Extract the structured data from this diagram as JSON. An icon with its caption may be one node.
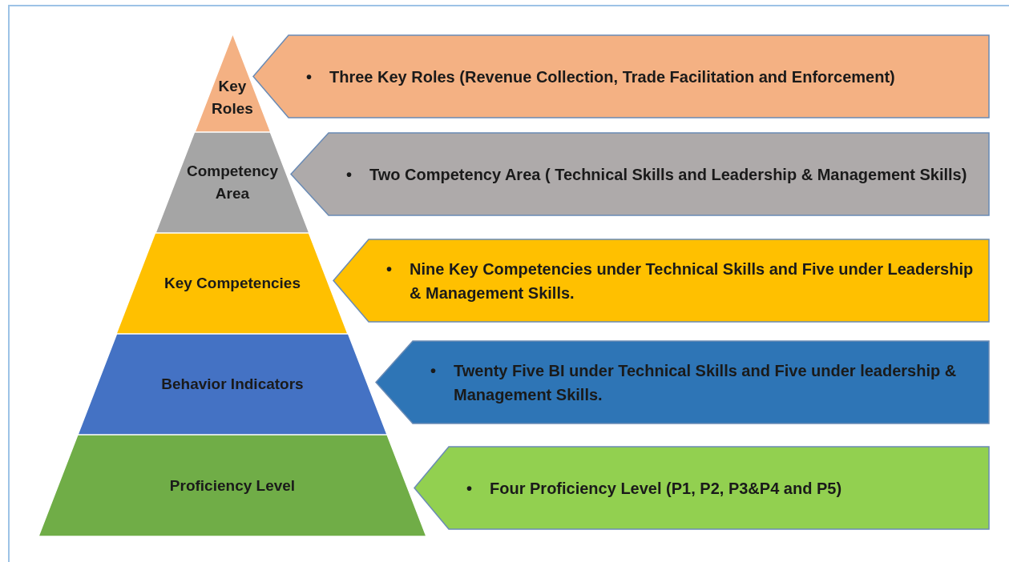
{
  "diagram": {
    "nodes": [
      {
        "text": [
          "Key Roles"
        ]
      },
      {
        "text": [
          "•",
          "Three Key Roles (Revenue Collection, Trade Facilitation and Enforcement)"
        ]
      },
      {
        "text": [
          "Competency Area"
        ]
      },
      {
        "text": [
          "•",
          "Two Competency Area ( Technical Skills and Leadership & Management Skills)"
        ]
      },
      {
        "text": [
          "Key Competencies"
        ]
      },
      {
        "text": [
          "•",
          "Nine Key Competencies under Technical Skills and Five under Leadership & Management Skills."
        ]
      },
      {
        "text": [
          "Behavior Indicators"
        ]
      },
      {
        "text": [
          "•",
          "Twenty Five BI under Technical Skills and Five under leadership & Management Skills."
        ]
      },
      {
        "text": [
          "Proficiency Level"
        ]
      },
      {
        "text": [
          "•",
          "Four Proficiency Level (P1, P2, P3&P4 and P5)"
        ]
      }
    ]
  }
}
